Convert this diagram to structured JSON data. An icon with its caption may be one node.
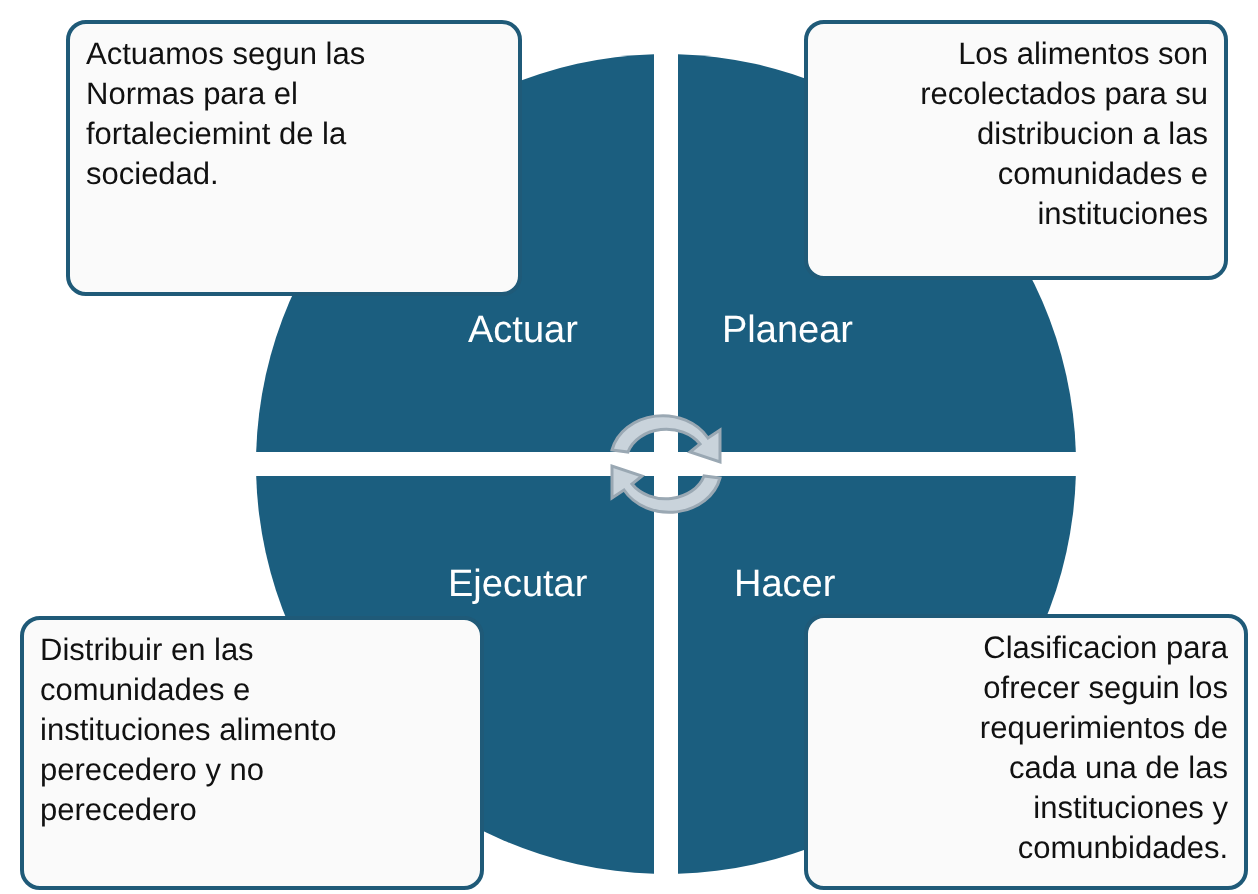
{
  "diagram": {
    "nodes": [
      {
        "text": [
          "Actuamos segun las Normas para el fortaleciemint de la sociedad."
        ]
      },
      {
        "text": [
          "Los alimentos son recolectados para su distribucion a las comunidades e instituciones"
        ]
      },
      {
        "text": [
          "Actuar"
        ]
      },
      {
        "text": [
          "Planear"
        ]
      },
      {
        "text": [
          "Ejecutar"
        ]
      },
      {
        "text": [
          "Hacer"
        ]
      },
      {
        "text": [
          "Distribuir en las comunidades e instituciones alimento perecedero y no perecedero"
        ]
      },
      {
        "text": [
          "Clasificacion para ofrecer seguin los requerimientos de cada una de las instituciones y comunbidades."
        ]
      }
    ]
  }
}
